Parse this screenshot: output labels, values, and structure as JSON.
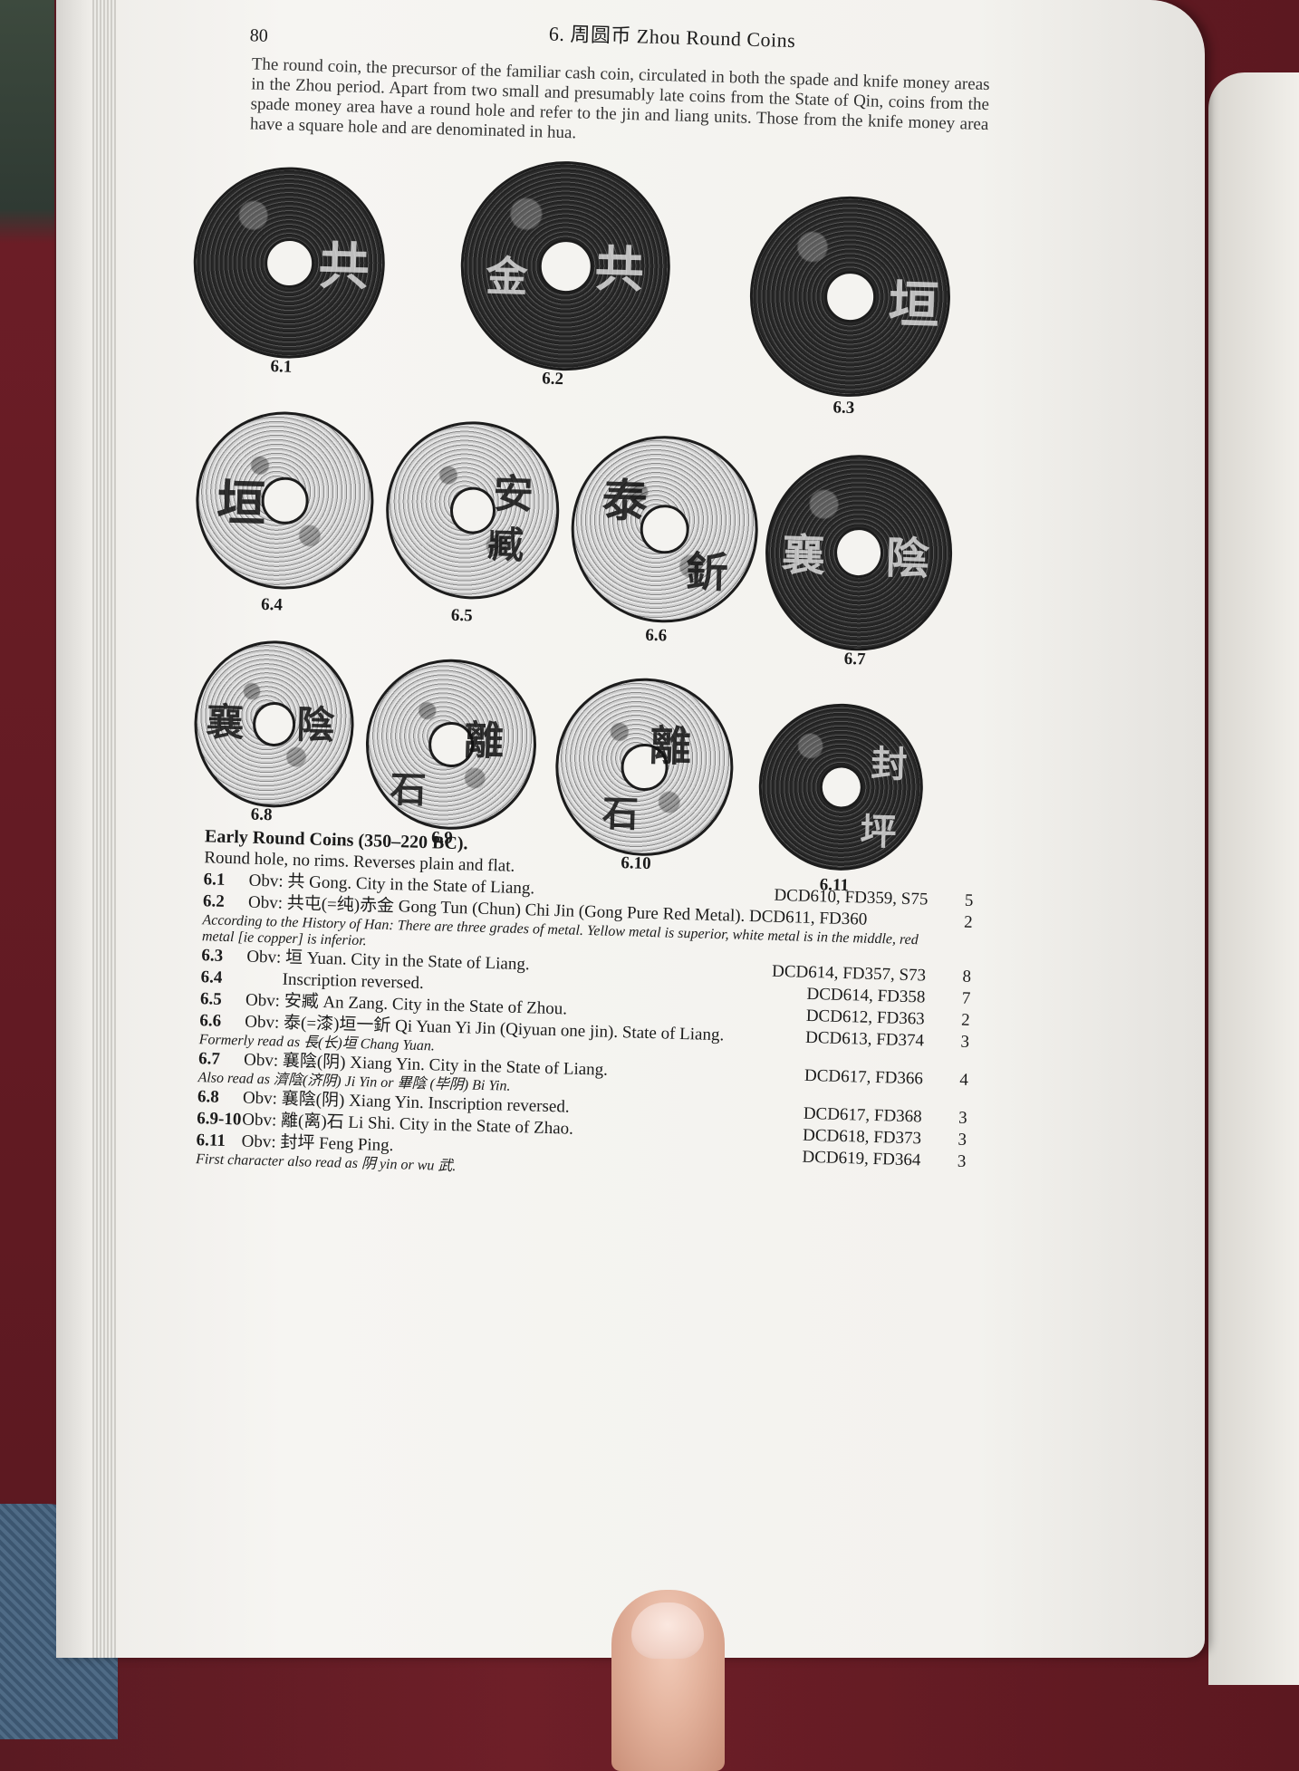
{
  "page": {
    "page_number": "80",
    "running_head": "6. 周圆币 Zhou Round Coins",
    "intro": "The round coin, the precursor of the familiar cash coin, circulated in both the spade and knife money areas in the Zhou period. Apart from two small and presumably late coins from the State of Qin, coins from the spade money area have a round hole and refer to the jin and liang units. Those from the knife money area have a square hole and are denominated in hua."
  },
  "coins": [
    {
      "label": "6.1",
      "glyph_a": "共"
    },
    {
      "label": "6.2",
      "glyph_a": "共",
      "glyph_b": "金"
    },
    {
      "label": "6.3",
      "glyph_a": "垣"
    },
    {
      "label": "6.4",
      "glyph_a": "垣"
    },
    {
      "label": "6.5",
      "glyph_a": "安",
      "glyph_b": "臧"
    },
    {
      "label": "6.6",
      "glyph_a": "泰",
      "glyph_b": "釿"
    },
    {
      "label": "6.7",
      "glyph_a": "襄",
      "glyph_b": "陰"
    },
    {
      "label": "6.8",
      "glyph_a": "襄",
      "glyph_b": "陰"
    },
    {
      "label": "6.9",
      "glyph_a": "離",
      "glyph_b": "石"
    },
    {
      "label": "6.10",
      "glyph_a": "離",
      "glyph_b": "石"
    },
    {
      "label": "6.11",
      "glyph_a": "封",
      "glyph_b": "坪"
    }
  ],
  "catalog": {
    "title": "Early Round Coins (350–220 BC).",
    "subtitle": "Round hole, no rims. Reverses plain and flat.",
    "entries": [
      {
        "num": "6.1",
        "text": "Obv: 共 Gong. City in the State of Liang.",
        "ref": "DCD610, FD359, S75",
        "rarity": "5"
      },
      {
        "num": "6.2",
        "text": "Obv: 共屯(=纯)赤金 Gong Tun (Chun) Chi Jin (Gong Pure Red Metal). DCD611, FD360",
        "ref": "",
        "rarity": "2"
      },
      {
        "num": "",
        "text": "According to the History of Han: There are three grades of metal. Yellow metal is superior, white metal is in the middle, red metal [ie copper] is inferior.",
        "ref": "",
        "rarity": ""
      },
      {
        "num": "6.3",
        "text": "Obv: 垣 Yuan. City in the State of Liang.",
        "ref": "DCD614, FD357, S73",
        "rarity": "8"
      },
      {
        "num": "6.4",
        "text": "Inscription reversed.",
        "ref": "DCD614, FD358",
        "rarity": "7"
      },
      {
        "num": "6.5",
        "text": "Obv: 安臧 An Zang. City in the State of Zhou.",
        "ref": "DCD612, FD363",
        "rarity": "2"
      },
      {
        "num": "6.6",
        "text": "Obv: 泰(=漆)垣一釿 Qi Yuan Yi Jin (Qiyuan one jin). State of Liang.",
        "ref": "DCD613, FD374",
        "rarity": "3"
      },
      {
        "num": "",
        "text": "Formerly read as 長(长)垣 Chang Yuan.",
        "ref": "",
        "rarity": ""
      },
      {
        "num": "6.7",
        "text": "Obv: 襄陰(阴) Xiang Yin. City in the State of Liang.",
        "ref": "DCD617, FD366",
        "rarity": "4"
      },
      {
        "num": "",
        "text": "Also read as 濟陰(济阴) Ji Yin or 畢陰 (毕阴) Bi Yin.",
        "ref": "",
        "rarity": ""
      },
      {
        "num": "6.8",
        "text": "Obv: 襄陰(阴) Xiang Yin. Inscription reversed.",
        "ref": "DCD617, FD368",
        "rarity": "3"
      },
      {
        "num": "6.9-10",
        "text": "Obv: 離(离)石 Li Shi. City in the State of Zhao.",
        "ref": "DCD618, FD373",
        "rarity": "3"
      },
      {
        "num": "6.11",
        "text": "Obv: 封坪 Feng Ping.",
        "ref": "DCD619, FD364",
        "rarity": "3"
      },
      {
        "num": "",
        "text": "First character also read as 阴 yin or wu 武.",
        "ref": "",
        "rarity": ""
      }
    ]
  }
}
